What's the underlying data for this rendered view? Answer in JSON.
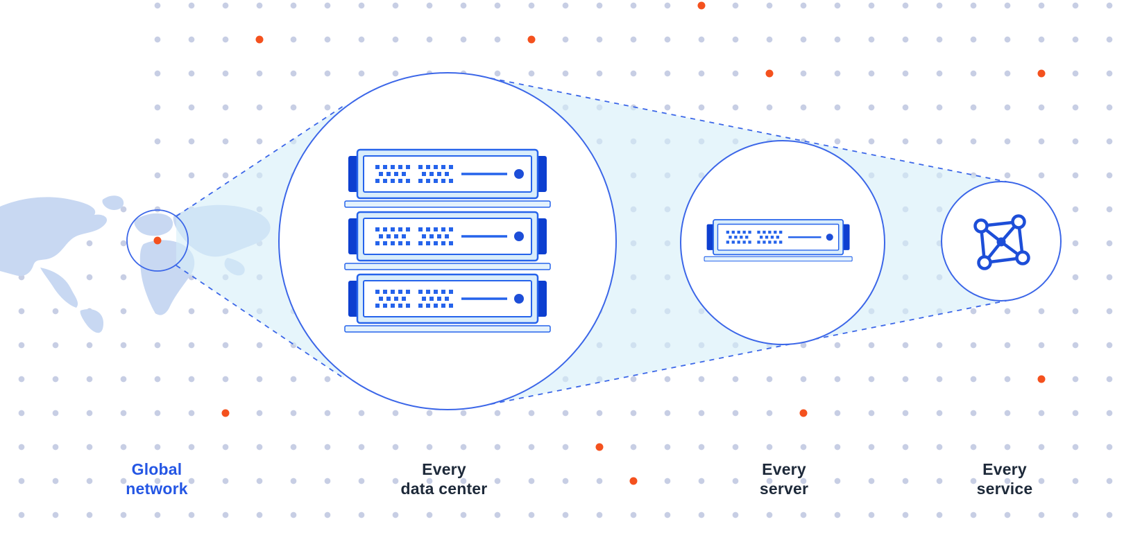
{
  "diagram": {
    "stages": [
      {
        "id": "global-network",
        "line1": "Global",
        "line2": "network",
        "icon": "world-map-with-highlight-circle"
      },
      {
        "id": "every-data-center",
        "line1": "Every",
        "line2": "data center",
        "icon": "server-rack-three-units"
      },
      {
        "id": "every-server",
        "line1": "Every",
        "line2": "server",
        "icon": "server-single-unit"
      },
      {
        "id": "every-service",
        "line1": "Every",
        "line2": "service",
        "icon": "mesh-network"
      }
    ],
    "colors": {
      "circle_stroke_blue": "#3b66e8",
      "server_blue": "#2563eb",
      "server_dark_blue": "#0d3fd0",
      "beam_fill": "#e7f5fb",
      "map_fill": "#c8d8f2",
      "grid_dot": "#c7cee4",
      "accent_orange": "#f4511e",
      "label_dark": "#1d2939",
      "label_blue": "#2456e4"
    }
  }
}
